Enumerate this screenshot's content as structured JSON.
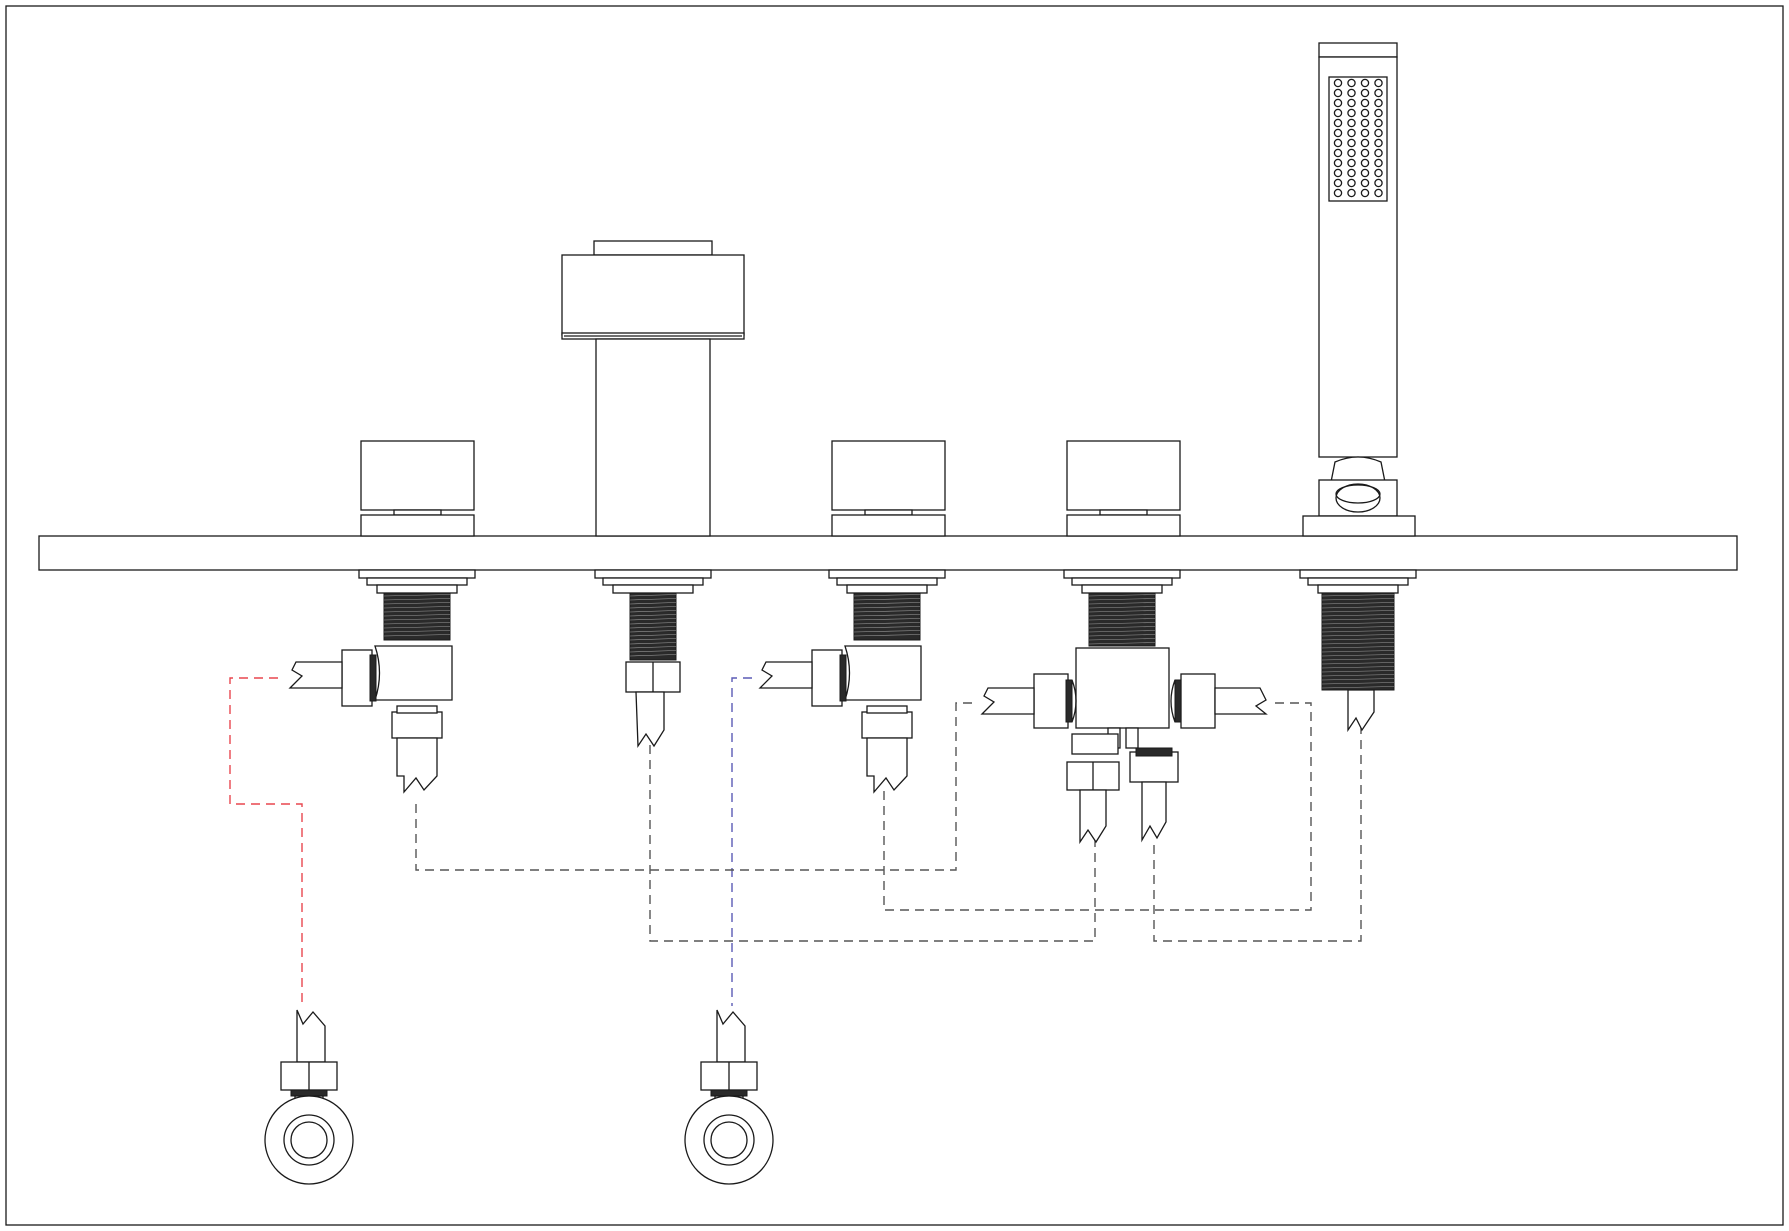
{
  "diagram": {
    "kind": "5-hole deck-mounted bath tap installation schematic",
    "colors": {
      "outline": "#1a1a1a",
      "connection": "#555555",
      "hot_supply": "#e8474f",
      "cold_supply": "#5b5bb5",
      "background": "#ffffff"
    },
    "components": [
      "hot-valve",
      "spout",
      "cold-valve",
      "diverter-valve",
      "handshower-holder",
      "hand-shower",
      "deck-plate",
      "supply-stop-hot",
      "supply-stop-cold"
    ],
    "connections": [
      "hot-supply-line",
      "cold-supply-line",
      "hot-to-diverter-line",
      "cold-to-diverter-line",
      "spout-to-diverter-line",
      "diverter-to-handshower-line"
    ]
  }
}
